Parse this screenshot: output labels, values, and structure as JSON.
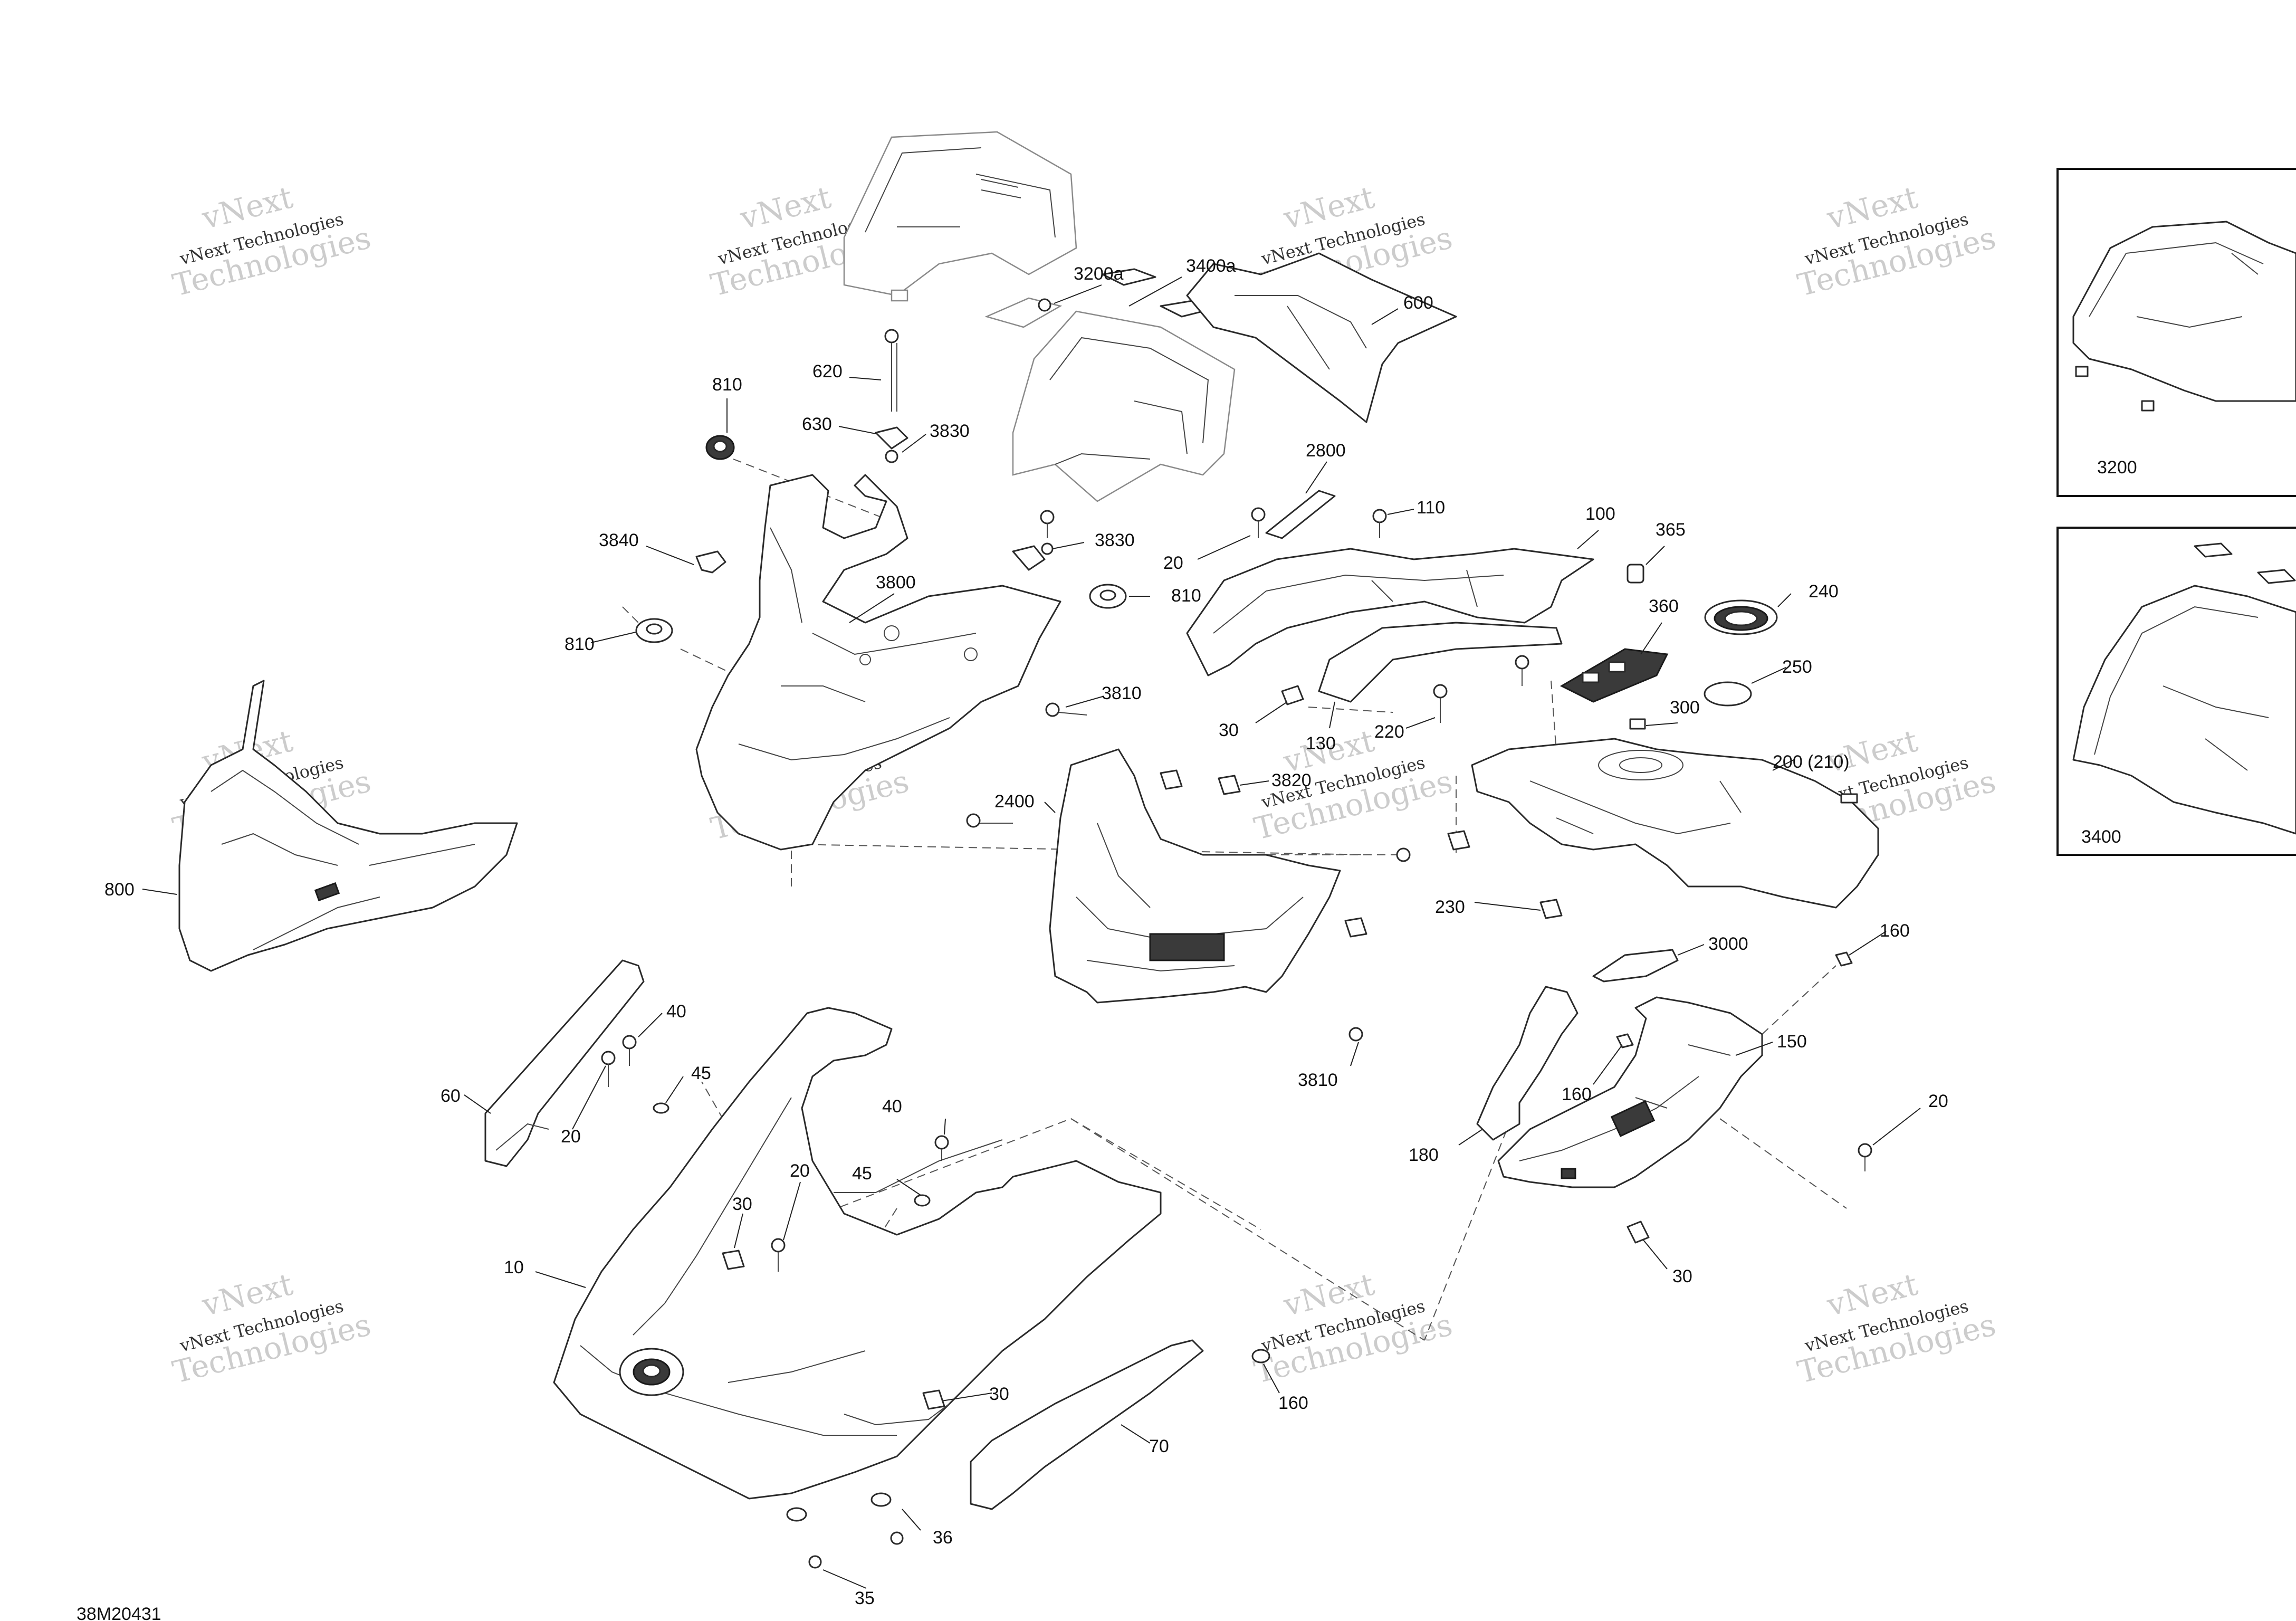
{
  "diagram": {
    "figure_code": "38M20431",
    "watermark_text": [
      "vNext Technologies",
      "vNext",
      "Technologies"
    ],
    "callouts": [
      {
        "id": "c-3200a",
        "text": "3200a"
      },
      {
        "id": "c-3400a",
        "text": "3400a"
      },
      {
        "id": "c-600",
        "text": "600"
      },
      {
        "id": "c-620",
        "text": "620"
      },
      {
        "id": "c-810a",
        "text": "810"
      },
      {
        "id": "c-630",
        "text": "630"
      },
      {
        "id": "c-3830a",
        "text": "3830"
      },
      {
        "id": "c-2800",
        "text": "2800"
      },
      {
        "id": "c-110",
        "text": "110"
      },
      {
        "id": "c-100",
        "text": "100"
      },
      {
        "id": "c-365",
        "text": "365"
      },
      {
        "id": "c-3840",
        "text": "3840"
      },
      {
        "id": "c-3830b",
        "text": "3830"
      },
      {
        "id": "c-20a",
        "text": "20"
      },
      {
        "id": "c-3800",
        "text": "3800"
      },
      {
        "id": "c-810b",
        "text": "810"
      },
      {
        "id": "c-360",
        "text": "360"
      },
      {
        "id": "c-240",
        "text": "240"
      },
      {
        "id": "c-810c",
        "text": "810"
      },
      {
        "id": "c-250",
        "text": "250"
      },
      {
        "id": "c-3810a",
        "text": "3810"
      },
      {
        "id": "c-30a",
        "text": "30"
      },
      {
        "id": "c-130",
        "text": "130"
      },
      {
        "id": "c-220",
        "text": "220"
      },
      {
        "id": "c-300",
        "text": "300"
      },
      {
        "id": "c-200",
        "text": "200 (210)"
      },
      {
        "id": "c-2400",
        "text": "2400"
      },
      {
        "id": "c-3820",
        "text": "3820"
      },
      {
        "id": "c-800",
        "text": "800"
      },
      {
        "id": "c-230",
        "text": "230"
      },
      {
        "id": "c-3000",
        "text": "3000"
      },
      {
        "id": "c-160a",
        "text": "160"
      },
      {
        "id": "c-40a",
        "text": "40"
      },
      {
        "id": "c-3810b",
        "text": "3810"
      },
      {
        "id": "c-150",
        "text": "150"
      },
      {
        "id": "c-45a",
        "text": "45"
      },
      {
        "id": "c-160b",
        "text": "160"
      },
      {
        "id": "c-60",
        "text": "60"
      },
      {
        "id": "c-20b",
        "text": "20"
      },
      {
        "id": "c-20c",
        "text": "20"
      },
      {
        "id": "c-40b",
        "text": "40"
      },
      {
        "id": "c-180",
        "text": "180"
      },
      {
        "id": "c-45b",
        "text": "45"
      },
      {
        "id": "c-20d",
        "text": "20"
      },
      {
        "id": "c-30b",
        "text": "30"
      },
      {
        "id": "c-10",
        "text": "10"
      },
      {
        "id": "c-30c",
        "text": "30"
      },
      {
        "id": "c-160c",
        "text": "160"
      },
      {
        "id": "c-30d",
        "text": "30"
      },
      {
        "id": "c-70",
        "text": "70"
      },
      {
        "id": "c-36",
        "text": "36"
      },
      {
        "id": "c-35",
        "text": "35"
      }
    ],
    "insets": [
      {
        "id": "inset-3200",
        "label": "3200"
      },
      {
        "id": "inset-3400",
        "label": "3400"
      }
    ]
  }
}
